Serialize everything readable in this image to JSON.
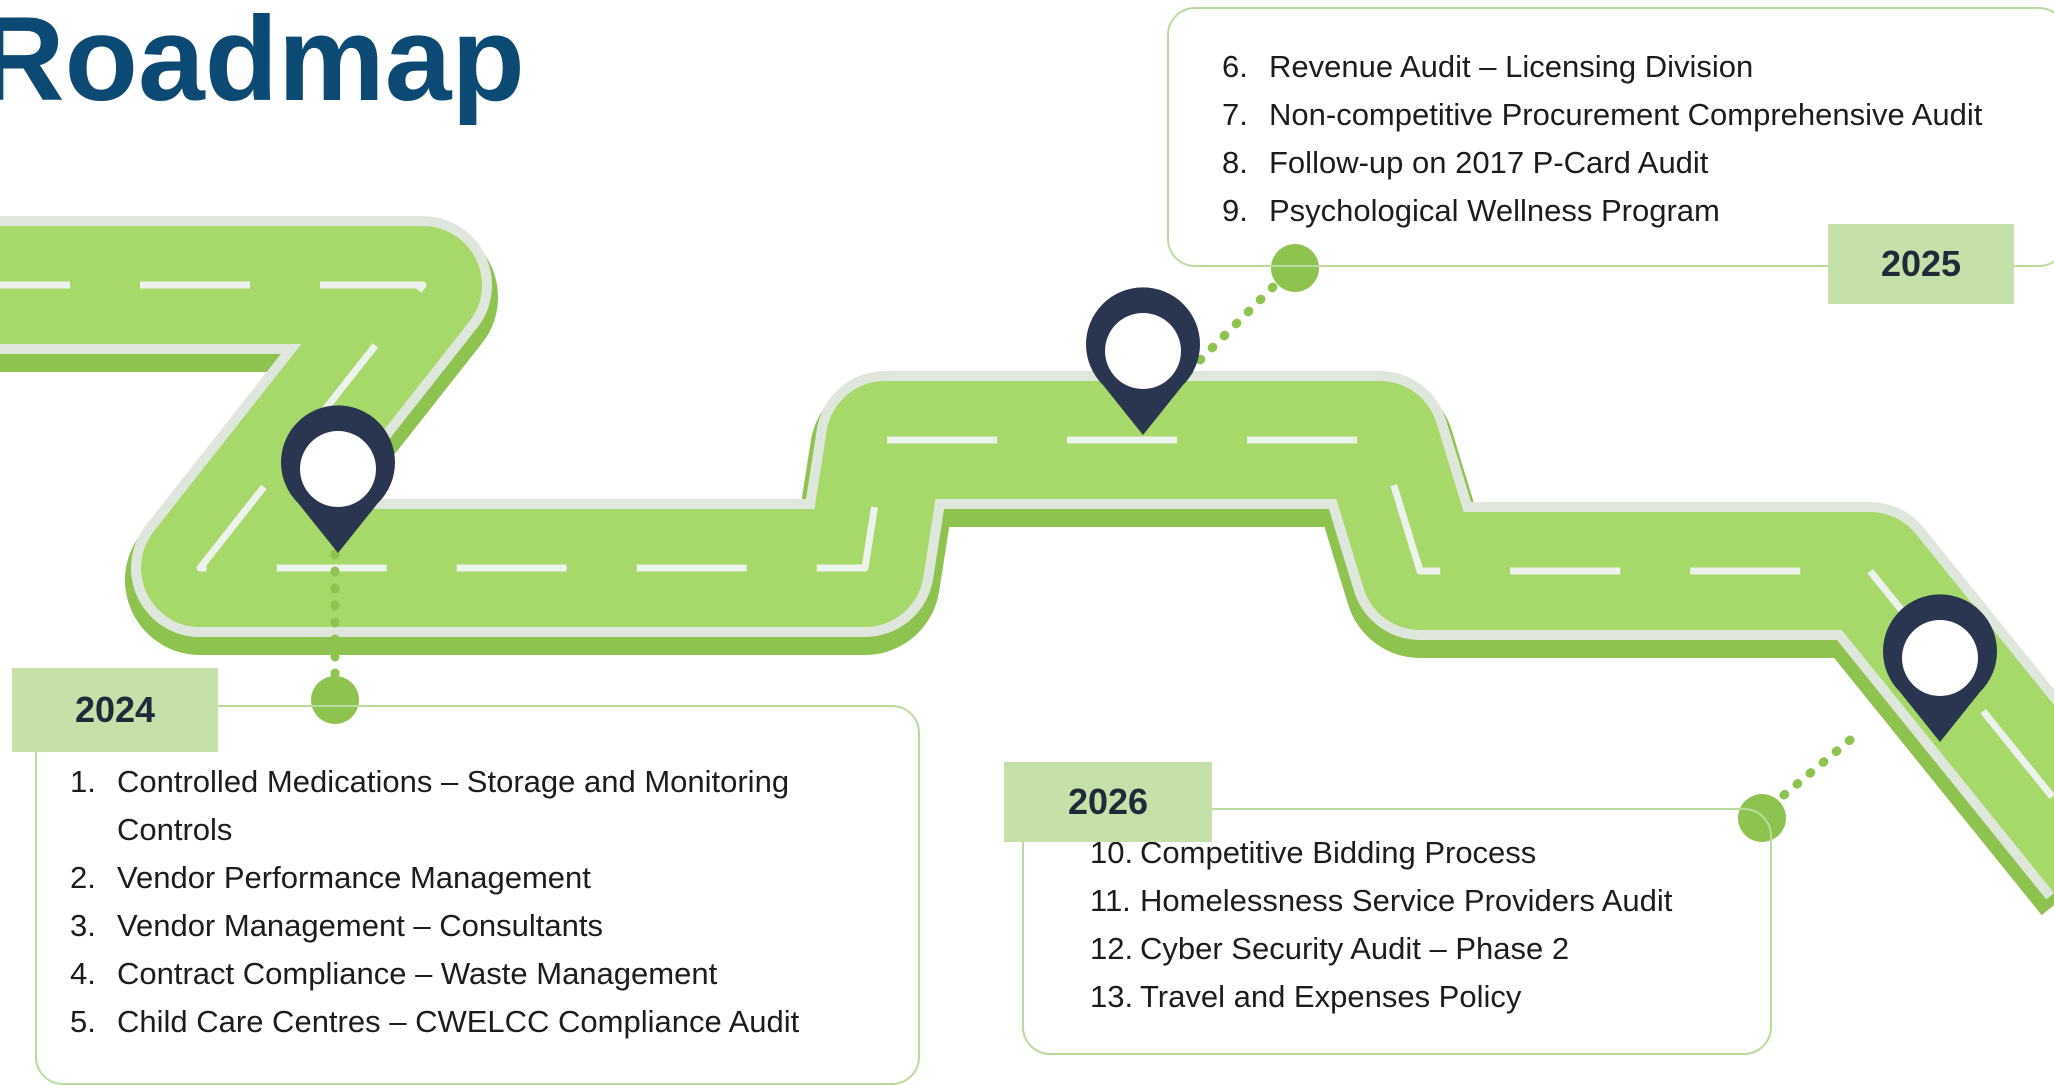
{
  "title": "Roadmap",
  "colors": {
    "road_main": "#a7d86a",
    "road_shadow": "#8fc34f",
    "road_edge": "#dfe7dd",
    "pin": "#2a3550",
    "dot": "#8fc34f",
    "box_border": "#b9dc9c",
    "title": "#0d4a73"
  },
  "milestones": [
    {
      "year": "2024",
      "items": [
        {
          "num": "1.",
          "text": "Controlled Medications – Storage and Monitoring Controls"
        },
        {
          "num": "2.",
          "text": "Vendor Performance Management"
        },
        {
          "num": "3.",
          "text": "Vendor Management – Consultants"
        },
        {
          "num": "4.",
          "text": "Contract Compliance – Waste Management"
        },
        {
          "num": "5.",
          "text": "Child Care Centres – CWELCC Compliance Audit"
        }
      ]
    },
    {
      "year": "2025",
      "items": [
        {
          "num": "6.",
          "text": "Revenue Audit – Licensing Division"
        },
        {
          "num": "7.",
          "text": "Non-competitive Procurement Comprehensive Audit"
        },
        {
          "num": "8.",
          "text": "Follow-up on 2017 P-Card Audit"
        },
        {
          "num": "9.",
          "text": "Psychological Wellness Program"
        }
      ]
    },
    {
      "year": "2026",
      "items": [
        {
          "num": "10.",
          "text": "Competitive Bidding Process"
        },
        {
          "num": "11.",
          "text": "Homelessness Service Providers Audit"
        },
        {
          "num": "12.",
          "text": "Cyber Security Audit – Phase 2"
        },
        {
          "num": "13.",
          "text": "Travel and Expenses Policy"
        }
      ]
    }
  ]
}
